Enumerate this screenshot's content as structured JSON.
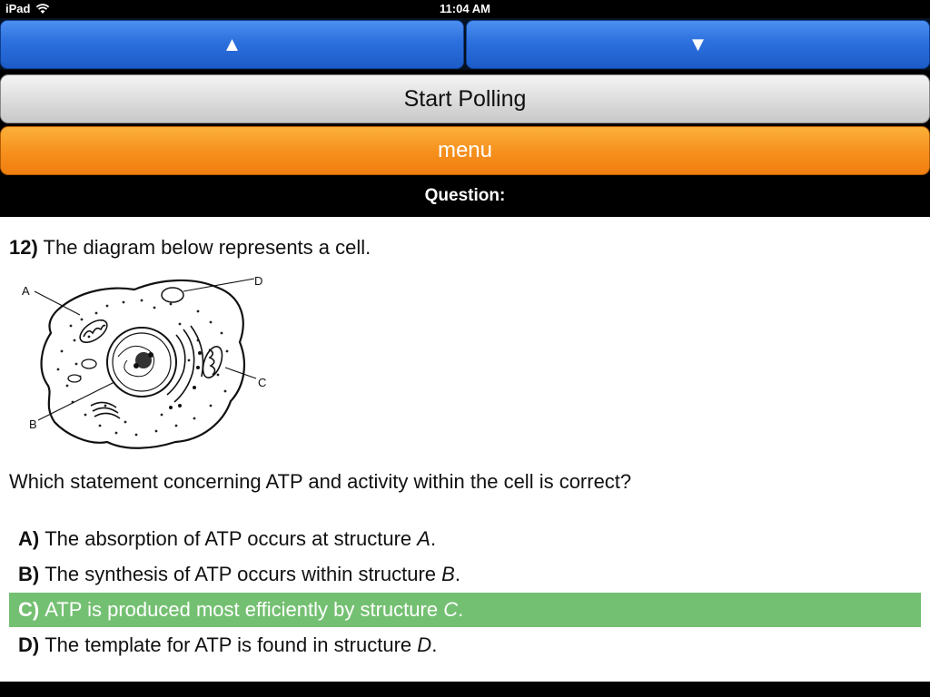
{
  "status_bar": {
    "device": "iPad",
    "time": "11:04 AM"
  },
  "nav": {
    "up_arrow": "▲",
    "down_arrow": "▼"
  },
  "toolbar": {
    "start_polling_label": "Start Polling",
    "menu_label": "menu"
  },
  "question_header": "Question:",
  "question": {
    "number": "12)",
    "intro": "The diagram below represents a cell.",
    "figure_labels": {
      "a": "A",
      "b": "B",
      "c": "C",
      "d": "D"
    },
    "prompt": "Which statement concerning ATP and activity within the cell is correct?",
    "answers": [
      {
        "letter": "A)",
        "text_before": "The absorption of ATP occurs at structure ",
        "structure": "A",
        "text_after": "."
      },
      {
        "letter": "B)",
        "text_before": "The synthesis of ATP occurs within structure ",
        "structure": "B",
        "text_after": "."
      },
      {
        "letter": "C)",
        "text_before": "ATP is produced most efficiently by structure ",
        "structure": "C",
        "text_after": "."
      },
      {
        "letter": "D)",
        "text_before": "The template for ATP is found in structure ",
        "structure": "D",
        "text_after": "."
      }
    ],
    "selected_answer": "C)"
  },
  "colors": {
    "selected_bg": "#74c072",
    "nav_blue": "#2c70de",
    "menu_orange": "#f68f1c"
  }
}
